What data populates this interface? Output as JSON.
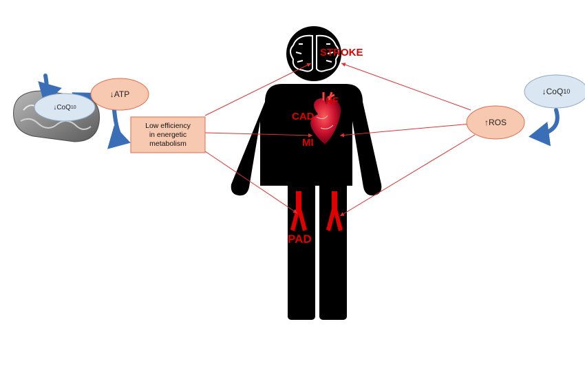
{
  "left_coq10": {
    "prefix": "↓",
    "name": "CoQ",
    "sub": "10"
  },
  "atp": {
    "text": "↓ATP"
  },
  "efficiency_box": {
    "line1": "Low efficiency",
    "line2": "in energetic",
    "line3": "metabolism"
  },
  "ros": {
    "text": "↑ROS"
  },
  "right_coq10": {
    "prefix": "↓",
    "name": "CoQ",
    "sub": "10"
  },
  "conditions": {
    "stroke": "STROKE",
    "hf": "HF",
    "cad": "CAD",
    "mi": "MI",
    "pad": "PAD"
  },
  "colors": {
    "ellipse_fill": "#f8c9b1",
    "ellipse_stroke": "#e46a4c",
    "coq_fill": "#dbe6f3",
    "coq_stroke": "#8ea6c4",
    "link_red": "#e03030",
    "label_red": "#e00000",
    "arrow_blue": "#3a6fb8",
    "figure": "#000000"
  }
}
